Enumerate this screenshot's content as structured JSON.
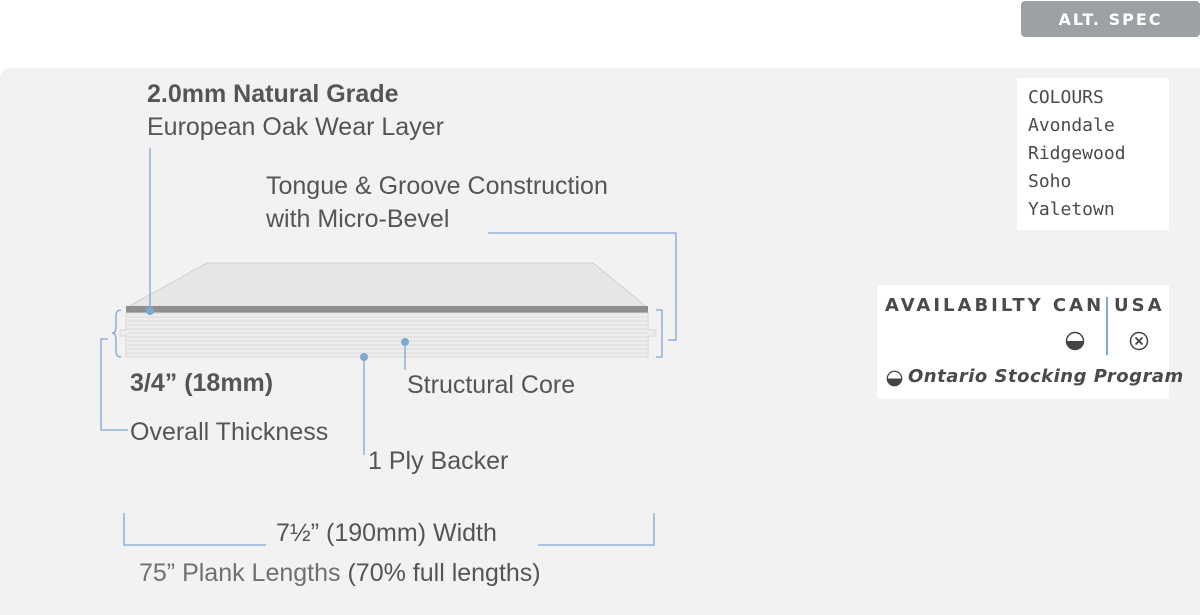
{
  "header": {
    "alt_spec_label": "ALT. SPEC"
  },
  "specs": {
    "wear_layer_title": "2.0mm Natural Grade",
    "wear_layer_sub": "European Oak Wear Layer",
    "tongue_groove_line1": "Tongue & Groove Construction",
    "tongue_groove_line2": "with Micro-Bevel",
    "thickness_value": "3/4” (18mm)",
    "thickness_label": "Overall Thickness",
    "core_label": "Structural Core",
    "backer_label": "1 Ply Backer",
    "width_label": "7½” (190mm) Width",
    "length_main": "75” Plank Lengths",
    "length_note": "(70% full lengths)"
  },
  "colours": {
    "title": "COLOURS",
    "items": [
      "Avondale",
      "Ridgewood",
      "Soho",
      "Yaletown"
    ]
  },
  "availability": {
    "title": "AVAILABILTY CAN",
    "usa_label": "USA",
    "can_status_icon": "half-circle-icon",
    "usa_status_icon": "x-circle-icon",
    "legend_icon": "half-circle-icon",
    "legend_text": "Ontario Stocking Program"
  },
  "colors": {
    "accent_line": "#7da7d4",
    "plank_face": "#e6e6e6",
    "wear_layer": "#8f8f8f",
    "text": "#555555",
    "badge_bg": "#9ea1a3"
  }
}
